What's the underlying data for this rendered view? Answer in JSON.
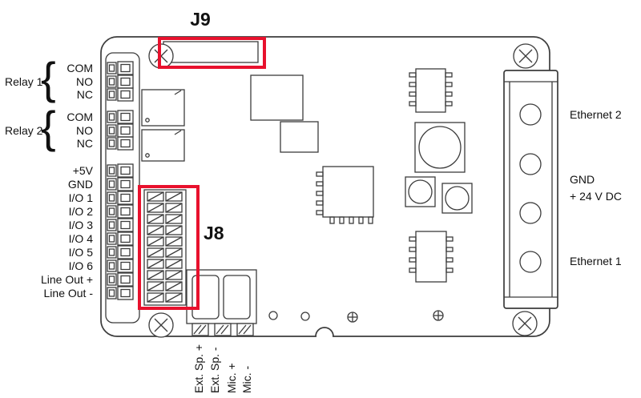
{
  "colors": {
    "line": "#3c3c3c",
    "highlight": "#e8112d",
    "text": "#111111"
  },
  "connectors": {
    "j9_label": "J9",
    "j8_label": "J8"
  },
  "left": {
    "relay1": {
      "label": "Relay 1",
      "brace": "{",
      "pins": [
        "COM",
        "NO",
        "NC"
      ]
    },
    "relay2": {
      "label": "Relay 2",
      "brace": "{",
      "pins": [
        "COM",
        "NO",
        "NC"
      ]
    },
    "io_pins": [
      "+5V",
      "GND",
      "I/O 1",
      "I/O 2",
      "I/O 3",
      "I/O 4",
      "I/O 5",
      "I/O 6",
      "Line Out +",
      "Line Out -"
    ]
  },
  "right": {
    "ethernet2": "Ethernet 2",
    "gnd": "GND",
    "power": "+ 24 V DC",
    "ethernet1": "Ethernet 1"
  },
  "bottom": {
    "audio_pins": [
      "Ext. Sp. +",
      "Ext. Sp. -",
      "Mic. +",
      "Mic. -"
    ]
  }
}
